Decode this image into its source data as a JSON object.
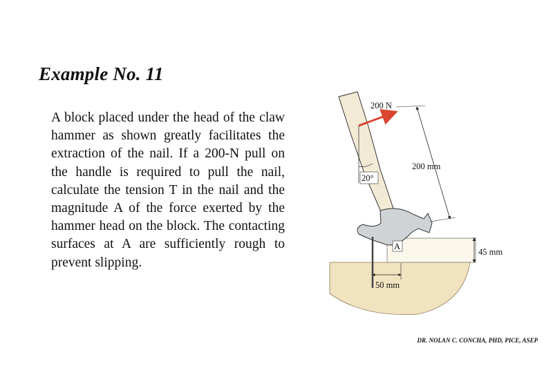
{
  "slide": {
    "title": "Example No. 11",
    "problem_text": "A block placed under the head of the claw hammer as shown greatly facilitates the extraction of the nail. If a 200-N pull on the handle is required to pull the nail, calculate the tension T in the nail and the magnitude A of the force exerted by the hammer head on the block. The contacting surfaces at A are sufficiently rough to prevent slipping.",
    "footer": "DR. NOLAN C. CONCHA, PHD, PICE, ASEP"
  },
  "figure": {
    "force_label": "200 N",
    "angle_label": "20°",
    "handle_length_label": "200 mm",
    "block_height_label": "45 mm",
    "contact_label": "A",
    "offset_label": "50 mm",
    "colors": {
      "force_arrow": "#d9452e",
      "handle": "#f3ead6",
      "wood": "#f1e3c0",
      "block": "#fbf7ea",
      "metal": "#cfd3d6"
    }
  }
}
